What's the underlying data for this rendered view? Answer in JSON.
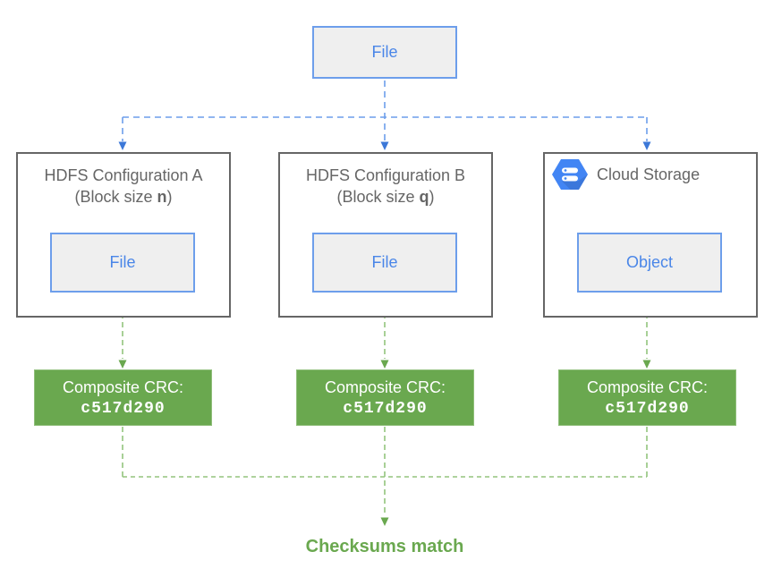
{
  "diagram": {
    "source": {
      "label": "File"
    },
    "systems": [
      {
        "title": "HDFS Configuration A",
        "subtitle_prefix": "(Block size ",
        "subtitle_bold": "n",
        "subtitle_suffix": ")",
        "item_label": "File"
      },
      {
        "title": "HDFS Configuration B",
        "subtitle_prefix": "(Block size ",
        "subtitle_bold": "q",
        "subtitle_suffix": ")",
        "item_label": "File"
      },
      {
        "title": "Cloud Storage",
        "icon": "cloud-storage-icon",
        "item_label": "Object"
      }
    ],
    "checksums": [
      {
        "label": "Composite CRC:",
        "value": "c517d290"
      },
      {
        "label": "Composite CRC:",
        "value": "c517d290"
      },
      {
        "label": "Composite CRC:",
        "value": "c517d290"
      }
    ],
    "result": "Checksums match",
    "colors": {
      "blue_text": "#4a86e8",
      "blue_line": "#6d9eeb",
      "blue_arrow": "#3c78d8",
      "gray_border": "#666666",
      "gray_text": "#666666",
      "box_fill": "#efefef",
      "green_fill": "#6aa84f",
      "green_line": "#93c47d",
      "icon_blue": "#4285f4"
    }
  }
}
